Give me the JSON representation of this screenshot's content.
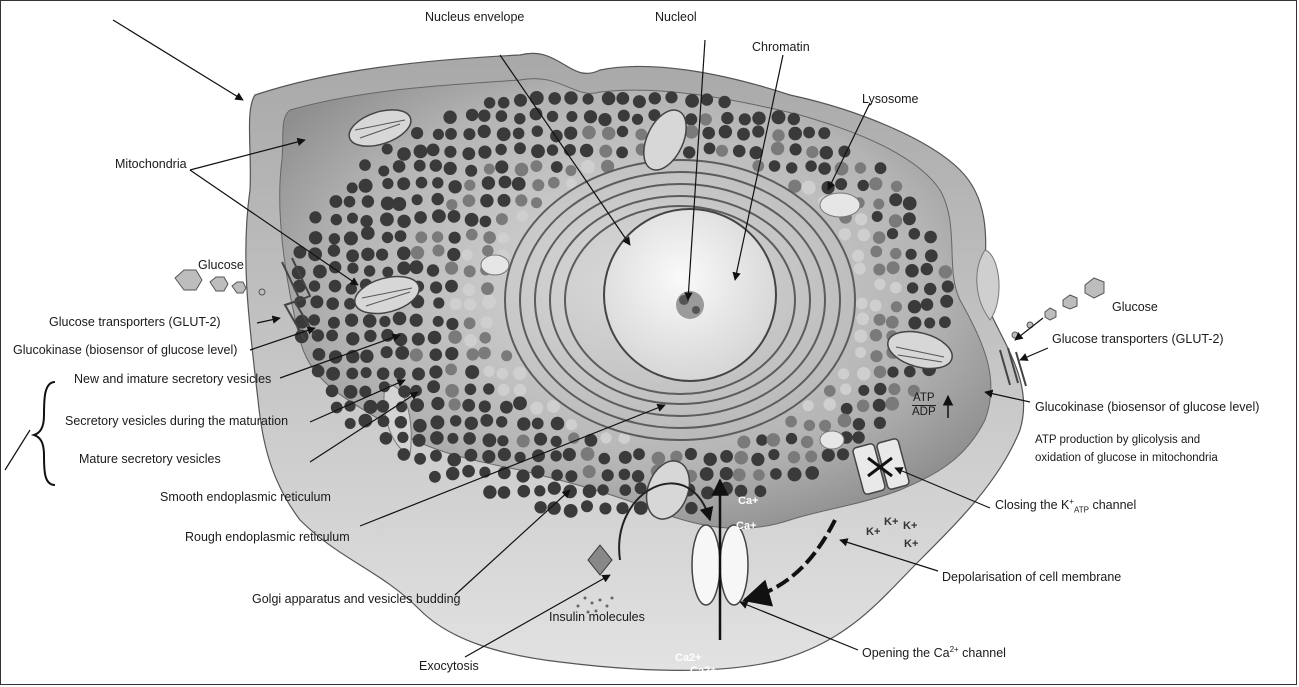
{
  "labels": {
    "nucleus_envelope": "Nucleus envelope",
    "nucleol": "Nucleol",
    "chromatin": "Chromatin",
    "lysosome": "Lysosome",
    "mitochondria": "Mitochondria",
    "glucose_left": "Glucose",
    "glucose_right": "Glucose",
    "glut2_left": "Glucose transporters (GLUT-2)",
    "glut2_right": "Glucose transporters (GLUT-2)",
    "glucokinase_left": "Glucokinase (biosensor of glucose level)",
    "glucokinase_right": "Glucokinase (biosensor of glucose level)",
    "new_immature_vesicles": "New and imature secretory vesicles",
    "maturation_vesicles": "Secretory vesicles during the maturation",
    "mature_vesicles": "Mature secretory vesicles",
    "smooth_er": "Smooth endoplasmic reticulum",
    "rough_er": "Rough endoplasmic reticulum",
    "golgi": "Golgi apparatus and vesicles budding",
    "exocytosis": "Exocytosis",
    "insulin_molecules": "Insulin molecules",
    "atp_production_line1": "ATP production by glicolysis and",
    "atp_production_line2": "oxidation of glucose in mitochondria",
    "closing_k_pre": "Closing the K",
    "closing_k_sup": "+",
    "closing_k_sub": "ATP",
    "closing_k_post": " channel",
    "depolarisation": "Depolarisation of cell membrane",
    "opening_ca_pre": "Opening the Ca",
    "opening_ca_sup": "2+",
    "opening_ca_post": " channel",
    "atp": "ATP",
    "adp": "ADP"
  },
  "ions": {
    "k_plus": "K+",
    "ca_plus": "Ca+",
    "ca_2plus": "Ca2+"
  },
  "colors": {
    "background": "#ffffff",
    "cytoplasm": "#bdbdbd",
    "cell_wall": "#8a8a8a",
    "vesicle_dark": "#3a3a3a",
    "vesicle_mid": "#7a7a7a",
    "vesicle_light": "#cfcfcf",
    "nucleus": "#ececec"
  }
}
